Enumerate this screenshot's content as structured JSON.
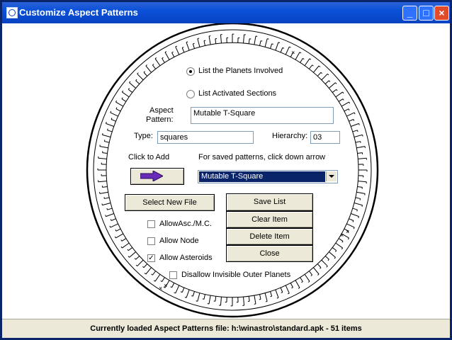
{
  "window": {
    "title": "Customize Aspect Patterns",
    "minimize": "_",
    "maximize": "□",
    "close": "×"
  },
  "options": {
    "list_planets": "List the Planets Involved",
    "list_sections": "List Activated Sections",
    "selected": "list_planets"
  },
  "fields": {
    "aspect_pattern_label_line1": "Aspect",
    "aspect_pattern_label_line2": "Pattern:",
    "aspect_pattern_value": "Mutable T-Square",
    "type_label": "Type:",
    "type_value": "squares",
    "hierarchy_label": "Hierarchy:",
    "hierarchy_value": "03"
  },
  "add": {
    "click_to_add": "Click to Add",
    "saved_hint": "For saved patterns, click down arrow",
    "dropdown_value": "Mutable T-Square"
  },
  "buttons": {
    "select_new_file": "Select New File",
    "save_list": "Save List",
    "clear_item": "Clear Item",
    "delete_item": "Delete Item",
    "close": "Close"
  },
  "checkboxes": {
    "allow_asc_mc": "AllowAsc./M.C.",
    "allow_node": "Allow Node",
    "allow_asteroids": "Allow Asteroids",
    "disallow_outer": "Disallow Invisible Outer Planets",
    "checked_mark": "✓"
  },
  "status": {
    "text": "Currently loaded Aspect Patterns file:  h:\\winastro\\standard.apk - 51 items"
  },
  "colors": {
    "title_bar": "#0a50d8",
    "selection": "#0a246a",
    "arrow": "#6a2bb8",
    "face": "#ece9d8"
  }
}
